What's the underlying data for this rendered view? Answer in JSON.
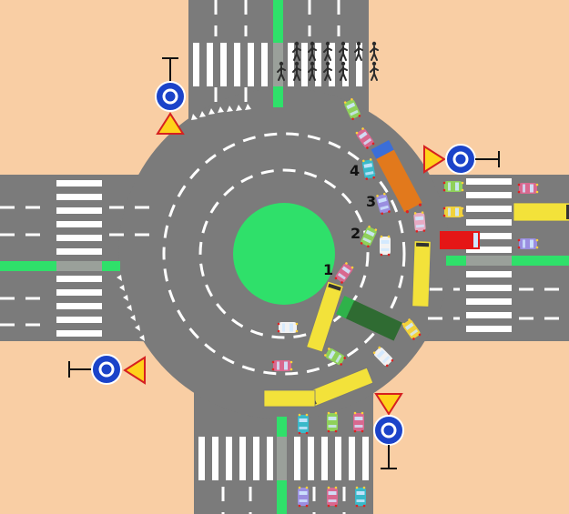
{
  "colors": {
    "background": "#f9cea4",
    "road": "#7b7b7b",
    "lane_marking": "#ffffff",
    "median": "#2fe06a",
    "island": "#2fe06a",
    "sign_blue": "#1b43c9",
    "sign_yellow": "#ffd21a",
    "bus_yellow": "#f3e23a",
    "truck_green": "#2f6b32",
    "truck_orange": "#e2791c",
    "car_red": "#e51616"
  },
  "icons": [
    "roundabout-sign-icon",
    "yield-sign-icon",
    "pedestrian-icon"
  ],
  "labels": {
    "vehicle_1": "1",
    "vehicle_2": "2",
    "vehicle_3": "3",
    "vehicle_4": "4"
  }
}
